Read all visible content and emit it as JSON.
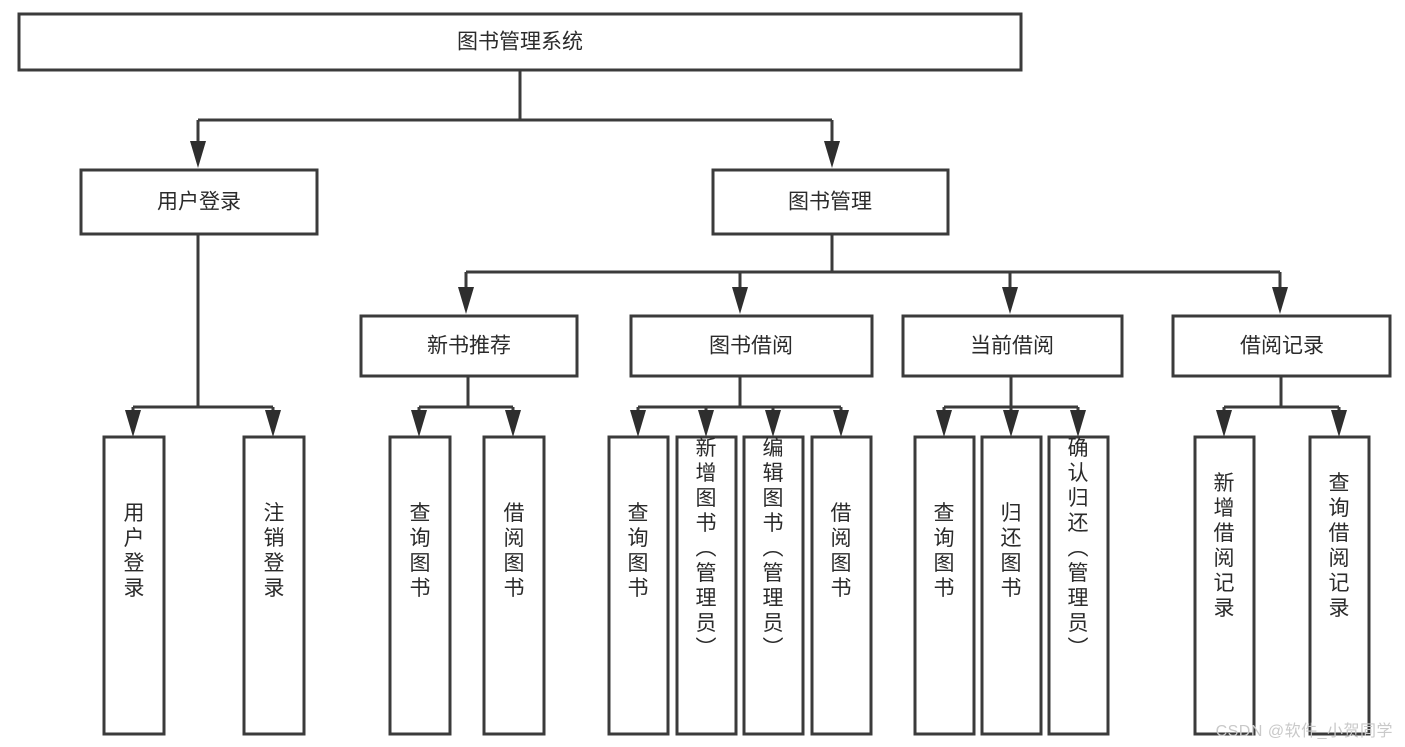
{
  "diagram": {
    "type": "tree-hierarchy-chart",
    "title": "图书管理系统",
    "orientation": "top-down",
    "colors": {
      "box_fill": "#ffffff",
      "box_stroke": "#3b3b3b",
      "text": "#2b2b2b",
      "background": "#ffffff",
      "watermark": "#c9c9c9"
    },
    "root": {
      "label": "图书管理系统",
      "level": 0
    },
    "level1": [
      {
        "label": "用户登录",
        "level": 1
      },
      {
        "label": "图书管理",
        "level": 1
      }
    ],
    "level2": [
      {
        "label": "新书推荐",
        "level": 2,
        "parent": "图书管理"
      },
      {
        "label": "图书借阅",
        "level": 2,
        "parent": "图书管理"
      },
      {
        "label": "当前借阅",
        "level": 2,
        "parent": "图书管理"
      },
      {
        "label": "借阅记录",
        "level": 2,
        "parent": "图书管理"
      }
    ],
    "leaves": [
      {
        "label": "用户登录",
        "parent": "用户登录",
        "group": "user-login",
        "orientation": "vertical"
      },
      {
        "label": "注销登录",
        "parent": "用户登录",
        "group": "user-login",
        "orientation": "vertical"
      },
      {
        "label": "查询图书",
        "parent": "新书推荐",
        "group": "new-book-recommend",
        "orientation": "vertical"
      },
      {
        "label": "借阅图书",
        "parent": "新书推荐",
        "group": "new-book-recommend",
        "orientation": "vertical"
      },
      {
        "label": "查询图书",
        "parent": "图书借阅",
        "group": "book-borrow",
        "orientation": "vertical"
      },
      {
        "label": "新增图书（管理员）",
        "parent": "图书借阅",
        "group": "book-borrow",
        "orientation": "vertical"
      },
      {
        "label": "编辑图书（管理员）",
        "parent": "图书借阅",
        "group": "book-borrow",
        "orientation": "vertical"
      },
      {
        "label": "借阅图书",
        "parent": "图书借阅",
        "group": "book-borrow",
        "orientation": "vertical"
      },
      {
        "label": "查询图书",
        "parent": "当前借阅",
        "group": "current-borrow",
        "orientation": "vertical"
      },
      {
        "label": "归还图书",
        "parent": "当前借阅",
        "group": "current-borrow",
        "orientation": "vertical"
      },
      {
        "label": "确认归还（管理员）",
        "parent": "当前借阅",
        "group": "current-borrow",
        "orientation": "vertical"
      },
      {
        "label": "新增借阅记录",
        "parent": "借阅记录",
        "group": "borrow-record",
        "orientation": "vertical"
      },
      {
        "label": "查询借阅记录",
        "parent": "借阅记录",
        "group": "borrow-record",
        "orientation": "vertical"
      }
    ]
  },
  "watermark": {
    "text": "CSDN @软件_小贺同学"
  }
}
